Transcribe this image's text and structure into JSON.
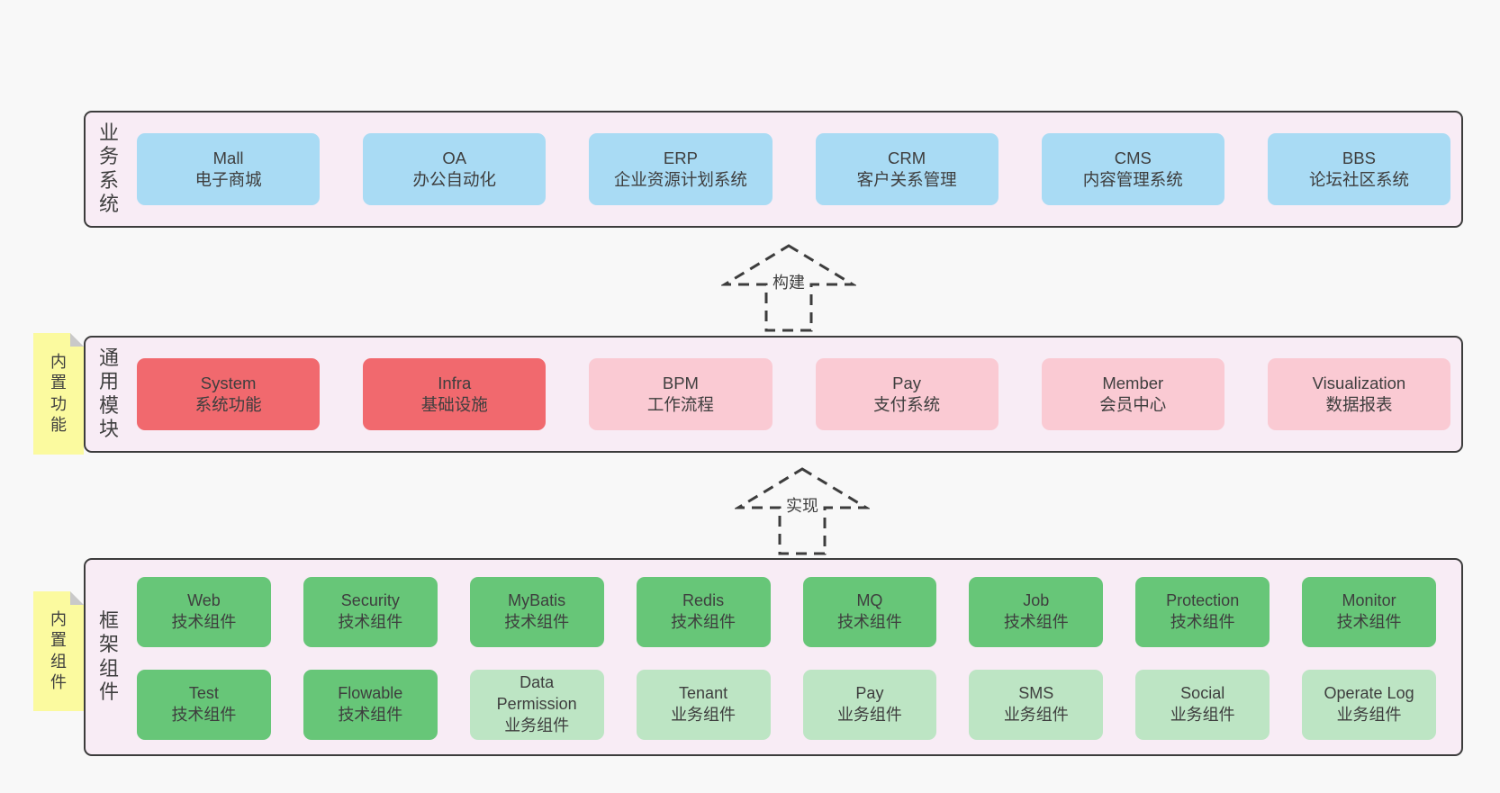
{
  "colors": {
    "page_background": "#f8f8f8",
    "band_background": "#f8ecf5",
    "band_border": "#3c3c3c",
    "blue_box": "#a9dbf4",
    "red_box": "#f1696e",
    "pink_box": "#facad3",
    "dark_green_box": "#67c678",
    "light_green_box": "#bde5c4",
    "sticky_note": "#fbfa9f",
    "text": "#3e3e3e"
  },
  "arrows": [
    {
      "label": "构建"
    },
    {
      "label": "实现"
    }
  ],
  "bands": [
    {
      "id": "business-systems",
      "label": "业务系统",
      "boxes": [
        {
          "name": "Mall",
          "desc": "电子商城",
          "type": "blue"
        },
        {
          "name": "OA",
          "desc": "办公自动化",
          "type": "blue"
        },
        {
          "name": "ERP",
          "desc": "企业资源计划系统",
          "type": "blue"
        },
        {
          "name": "CRM",
          "desc": "客户关系管理",
          "type": "blue"
        },
        {
          "name": "CMS",
          "desc": "内容管理系统",
          "type": "blue"
        },
        {
          "name": "BBS",
          "desc": "论坛社区系统",
          "type": "blue"
        }
      ]
    },
    {
      "id": "common-modules",
      "label": "通用模块",
      "sticky": "内置功能",
      "boxes": [
        {
          "name": "System",
          "desc": "系统功能",
          "type": "red"
        },
        {
          "name": "Infra",
          "desc": "基础设施",
          "type": "red"
        },
        {
          "name": "BPM",
          "desc": "工作流程",
          "type": "pink"
        },
        {
          "name": "Pay",
          "desc": "支付系统",
          "type": "pink"
        },
        {
          "name": "Member",
          "desc": "会员中心",
          "type": "pink"
        },
        {
          "name": "Visualization",
          "desc": "数据报表",
          "type": "pink"
        }
      ]
    },
    {
      "id": "framework-components",
      "label": "框架组件",
      "sticky": "内置组件",
      "rows": [
        [
          {
            "name": "Web",
            "desc": "技术组件",
            "type": "dark-green"
          },
          {
            "name": "Security",
            "desc": "技术组件",
            "type": "dark-green"
          },
          {
            "name": "MyBatis",
            "desc": "技术组件",
            "type": "dark-green"
          },
          {
            "name": "Redis",
            "desc": "技术组件",
            "type": "dark-green"
          },
          {
            "name": "MQ",
            "desc": "技术组件",
            "type": "dark-green"
          },
          {
            "name": "Job",
            "desc": "技术组件",
            "type": "dark-green"
          },
          {
            "name": "Protection",
            "desc": "技术组件",
            "type": "dark-green"
          },
          {
            "name": "Monitor",
            "desc": "技术组件",
            "type": "dark-green"
          }
        ],
        [
          {
            "name": "Test",
            "desc": "技术组件",
            "type": "dark-green"
          },
          {
            "name": "Flowable",
            "desc": "技术组件",
            "type": "dark-green"
          },
          {
            "name": "Data Permission",
            "desc": "业务组件",
            "type": "light-green"
          },
          {
            "name": "Tenant",
            "desc": "业务组件",
            "type": "light-green"
          },
          {
            "name": "Pay",
            "desc": "业务组件",
            "type": "light-green"
          },
          {
            "name": "SMS",
            "desc": "业务组件",
            "type": "light-green"
          },
          {
            "name": "Social",
            "desc": "业务组件",
            "type": "light-green"
          },
          {
            "name": "Operate Log",
            "desc": "业务组件",
            "type": "light-green"
          }
        ]
      ]
    }
  ]
}
